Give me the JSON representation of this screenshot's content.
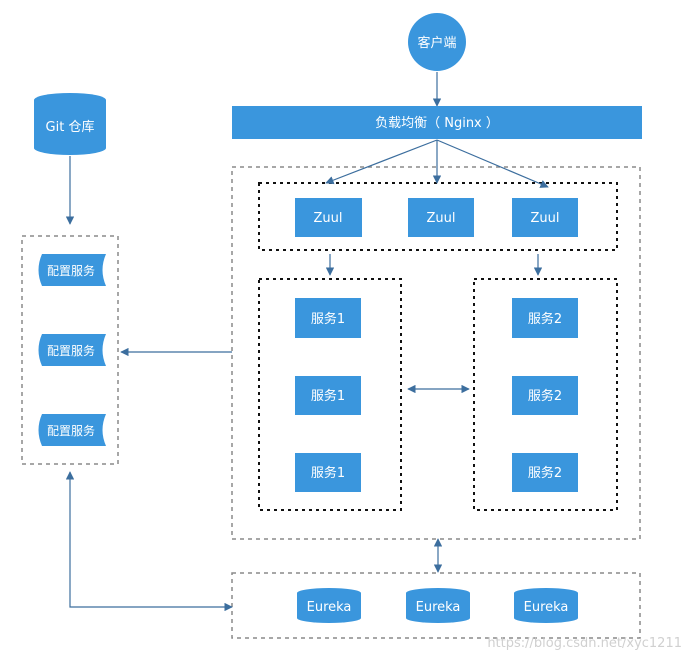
{
  "client": {
    "label": "客户端"
  },
  "load_balancer": {
    "label": "负载均衡（ Nginx ）"
  },
  "git": {
    "label": "Git 仓库"
  },
  "config_servers": [
    {
      "label": "配置服务"
    },
    {
      "label": "配置服务"
    },
    {
      "label": "配置服务"
    }
  ],
  "zuul_nodes": [
    {
      "label": "Zuul"
    },
    {
      "label": "Zuul"
    },
    {
      "label": "Zuul"
    }
  ],
  "service1_nodes": [
    {
      "label": "服务1"
    },
    {
      "label": "服务1"
    },
    {
      "label": "服务1"
    }
  ],
  "service2_nodes": [
    {
      "label": "服务2"
    },
    {
      "label": "服务2"
    },
    {
      "label": "服务2"
    }
  ],
  "eureka_nodes": [
    {
      "label": "Eureka"
    },
    {
      "label": "Eureka"
    },
    {
      "label": "Eureka"
    }
  ],
  "watermark": "https://blog.csdn.net/xyc1211",
  "colors": {
    "node_fill": "#3a96dd",
    "arrow": "#3c6e9e",
    "text_on_node": "#ffffff"
  }
}
